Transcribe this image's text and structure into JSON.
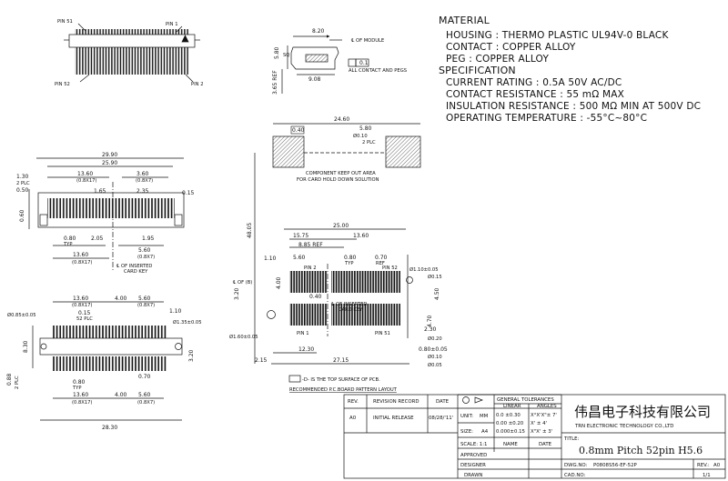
{
  "specs": {
    "material_heading": "MATERIAL",
    "housing": "HOUSING : THERMO PLASTIC UL94V-0   BLACK",
    "contact": "CONTACT : COPPER ALLOY",
    "peg": "PEG : COPPER ALLOY",
    "spec_heading": "SPECIFICATION",
    "current": "CURRENT RATING : 0.5A 50V AC/DC",
    "resistance": "CONTACT RESISTANCE : 55 mΩ MAX",
    "insulation": "INSULATION RESISTANCE : 500 MΩ MIN AT 500V DC",
    "temperature": "OPERATING TEMPERATURE : -55°C~80°C"
  },
  "top_view": {
    "pin51": "PIN 51",
    "pin1": "PIN 1",
    "pin52": "PIN 52",
    "pin2": "PIN 2"
  },
  "side_view": {
    "w_820": "8.20",
    "module_note": "℄ OF MODULE",
    "flat_tol": "0.1",
    "contacts_note": "ALL CONTACT AND PEGS",
    "h_580": "5.80",
    "h_565": "3.65 REF",
    "w_908": "9.08",
    "sq_label": "SQ"
  },
  "front_view": {
    "d_2990": "29.90",
    "d_2590": "25.90",
    "d_1360": "13.60",
    "d_0817": "(0.8X17)",
    "d_360": "3.60",
    "d_087": "(0.8X7)",
    "d_130": "1.30",
    "d_2plc": "2 PLC",
    "d_050": "0.50",
    "d_165": "1.65",
    "d_235": "2.35",
    "d_015": "0.15",
    "d_060": "0.60",
    "d_080": "0.80",
    "typ": "TYP",
    "d_205": "2.05",
    "d_195": "1.95",
    "d_560": "5.60",
    "inserted_key": "℄ OF INSERTED",
    "card_key": "CARD KEY",
    "d_1360b": "13.60",
    "d_0817b": "(0.8X17)"
  },
  "bottom_view": {
    "d_1360": "13.60",
    "d_0817": "(0.8X17)",
    "d_400": "4.00",
    "d_560": "5.60",
    "d_087": "(0.8X7)",
    "d_015": "0.15",
    "d_52plc": "52 PLC",
    "d_110": "1.10",
    "hole_l": "Ø0.85±0.05",
    "hole_r": "Ø1.35±0.05",
    "d_830": "8.30",
    "d_320": "3.20",
    "d_088": "0.88",
    "d_2plc": "2 PLC",
    "d_080": "0.80",
    "typ": "TYP",
    "d_070": "0.70",
    "d_1360b": "13.60",
    "d_0817b": "(0.8X17)",
    "d_400b": "4.00",
    "d_560b": "5.60",
    "d_087b": "(0.8X7)",
    "d_2830": "28.30"
  },
  "pcb_layout": {
    "d_2460": "24.60",
    "d_040": "0.40",
    "d_580": "5.80",
    "pos_tol": "Ø0.10",
    "plc2": "2 PLC",
    "keepout_1": "COMPONENT KEEP OUT AREA",
    "keepout_2": "FOR CARD HOLD DOWN SOLUTION",
    "d_4805": "48.05",
    "d_2500": "25.00",
    "d_1575": "15.75",
    "d_1360": "13.60",
    "d_885": "8.85 REF",
    "d_560": "5.60",
    "d_080": "0.80",
    "d_070": "0.70",
    "typ": "TYP",
    "ref": "REF",
    "d_110": "1.10",
    "pin2": "PIN 2",
    "pin52": "PIN 52",
    "pin1": "PIN 1",
    "pin51": "PIN 51",
    "hole_110": "Ø1.10±0.05",
    "hole_pos": "Ø0.15",
    "d_040b": "0.40",
    "d_400": "4.00",
    "of_inserted": "℄ OF INSERTED",
    "card_key": "CARD KEY",
    "hole_160": "Ø1.60±0.05",
    "d_1230": "12.30",
    "d_2715": "27.15",
    "d_215": "2.15",
    "d_230": "2.30",
    "d_080b": "0.80±0.05",
    "d_320": "3.20",
    "d_450": "4.50",
    "d_470": "4.70",
    "pos_020": "Ø0.20",
    "pos_010": "Ø0.10",
    "pos_005": "Ø0.05",
    "of_dim": "℄ OF (B)",
    "note_top": "-D- IS THE TOP SURFACE OF PCB.",
    "note_layout": "RECOMMENDED P.C.BOARD PATTERN LAYOUT"
  },
  "title_block": {
    "rev_h": "REV.",
    "record_h": "REVISION RECORD",
    "date_h": "DATE",
    "rev": "A0",
    "record": "INITIAL RELEASE",
    "date": "08/28/'11'",
    "gen_tol": "GENERAL TOLERANCES",
    "linear": "LINEAR",
    "angles": "ANGLES",
    "tol_1": "0.0   ±0.30",
    "tol_2": "0.00  ±0.20",
    "tol_3": "0.000±0.15",
    "ang_1": "X°X'X\"± 7'",
    "ang_2": "X'   ± 4'",
    "ang_3": "X\"X'  ± 3'",
    "unit_l": "UNIT:",
    "unit": "MM",
    "size_l": "SIZE:",
    "size": "A4",
    "scale": "SCALE: 1:1",
    "name": "NAME",
    "date2": "DATE",
    "approved": "APPROVED",
    "designer": "DESIGNER",
    "drawn": "DRAWN",
    "company_cn": "伟昌电子科技有限公司",
    "company_en": "TRN ELECTRONIC TECHNOLOGY CO.,LTD",
    "title_l": "TITLE:",
    "title": "0.8mm Pitch 52pin H5.6",
    "dwg_l": "DWG.NO:",
    "dwg": "P0808S56-EF-52P",
    "rev_l": "REV.:",
    "rev_v": "A0",
    "cad_l": "CAD.NO:",
    "sheet": "1/1"
  },
  "colors": {
    "ink": "#111111",
    "paper": "#ffffff",
    "hatch": "#555555"
  }
}
